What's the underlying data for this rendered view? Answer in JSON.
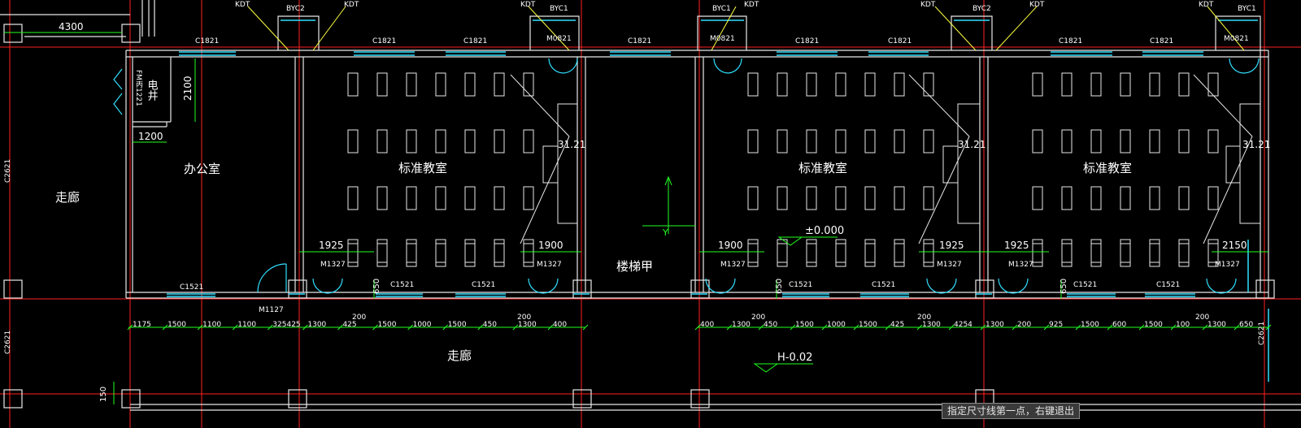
{
  "colors": {
    "background": "#000000",
    "axis": "#ff2020",
    "wall": "#e8e8e8",
    "window": "#30e0ff",
    "dimension": "#20ff20",
    "leader": "#ffff40",
    "ucs": "#20ff20"
  },
  "rooms": {
    "corridor_left": "走廊",
    "office": "办公室",
    "classroom_1": "标准教室",
    "classroom_2": "标准教室",
    "classroom_3": "标准教室",
    "stair": "楼梯甲",
    "corridor_bottom": "走廊"
  },
  "shaft": {
    "name": "电井",
    "door": "FM丙1221"
  },
  "tags": {
    "kdt": "KDT",
    "byc1": "BYC1",
    "byc2": "BYC2",
    "c1821": "C1821",
    "m0821": "M0821",
    "m1327": "M1327",
    "c1521": "C1521",
    "m1127": "M1127",
    "c2621": "C2621"
  },
  "dims": {
    "top_left": "4300",
    "shaft_height": "2100",
    "shaft_width": "1200",
    "d1925": "1925",
    "d1900": "1900",
    "d2150": "2150",
    "d650": "650",
    "d150": "150",
    "angle": "31.21",
    "row_left": [
      "1175",
      "1500",
      "1100",
      "1100",
      "325425",
      "1300",
      "425",
      "1500",
      "1000",
      "1500",
      "450",
      "1300",
      "400"
    ],
    "row_right": [
      "400",
      "1300",
      "450",
      "1500",
      "1000",
      "1500",
      "425",
      "1300",
      "4254",
      "1300",
      "200",
      "925",
      "1500",
      "600",
      "1500",
      "100",
      "1300",
      "650"
    ],
    "d200": "200"
  },
  "levels": {
    "floor": "±0.000",
    "corridor": "H-0.02"
  },
  "status": {
    "prompt": "指定尺寸线第一点，右键退出"
  }
}
